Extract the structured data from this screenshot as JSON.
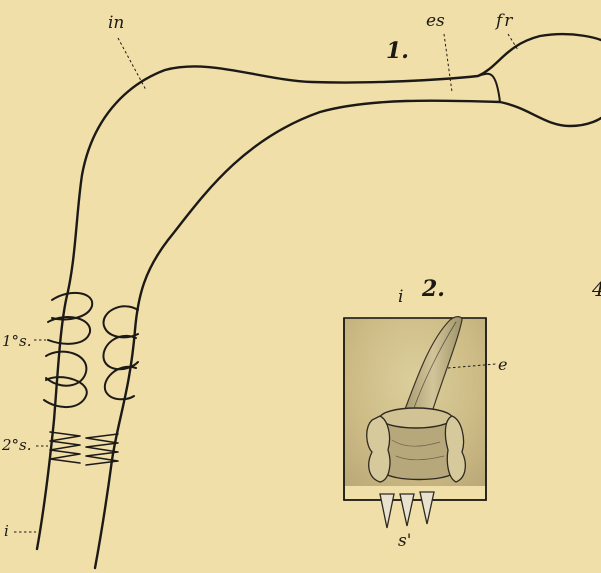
{
  "figure1": {
    "number": "1.",
    "labels": {
      "in": "in",
      "es": "es",
      "fr": "fr",
      "s1": "1°s.",
      "s2": "2°s.",
      "i": "i"
    }
  },
  "figure2": {
    "number": "2.",
    "labels": {
      "i": "i",
      "e": "e",
      "s": "s'"
    }
  },
  "margin_fragment": "4"
}
